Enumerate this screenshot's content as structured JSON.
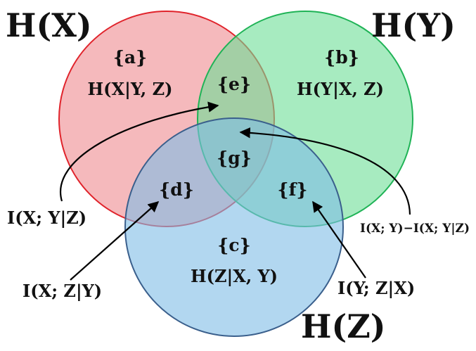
{
  "sets": {
    "x": {
      "label": "H(X)",
      "fill": "#ee8a8f",
      "stroke": "#e0232b"
    },
    "y": {
      "label": "H(Y)",
      "fill": "#6ddd96",
      "stroke": "#1fb356"
    },
    "z": {
      "label": "H(Z)",
      "fill": "#7fbde6",
      "stroke": "#3a5f8c"
    }
  },
  "regions": {
    "a": {
      "tag": "{a}",
      "term": "H(X|Y, Z)"
    },
    "b": {
      "tag": "{b}",
      "term": "H(Y|X, Z)"
    },
    "c": {
      "tag": "{c}",
      "term": "H(Z|X, Y)"
    },
    "d": {
      "tag": "{d}"
    },
    "e": {
      "tag": "{e}"
    },
    "f": {
      "tag": "{f}"
    },
    "g": {
      "tag": "{g}"
    }
  },
  "annotations": {
    "xy_given_z": "I(X; Y|Z)",
    "xz_given_y": "I(X; Z|Y)",
    "yz_given_x": "I(Y; Z|X)",
    "xy_minus": "I(X; Y)−I(X; Y|Z)"
  }
}
